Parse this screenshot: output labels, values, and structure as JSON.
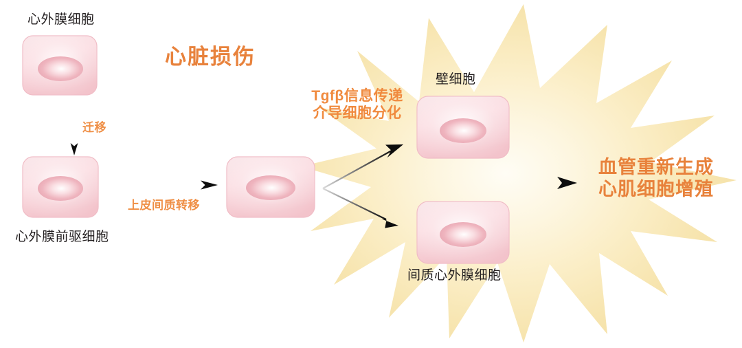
{
  "figure": {
    "title_injury": "心脏损伤",
    "background_color": "#ffffff",
    "accent_orange": "#e8823c",
    "cell_fill": "#f7cfd4",
    "burst_color": "#f5e3ae"
  },
  "cells": [
    {
      "id": "epicardial-cell",
      "label": "心外膜细胞",
      "label_position": "above"
    },
    {
      "id": "epicardial-progenitor-cell",
      "label": "心外膜前驱细胞",
      "label_position": "below"
    },
    {
      "id": "transitional-cell",
      "label": "",
      "label_position": "none"
    },
    {
      "id": "mural-cell",
      "label": "壁细胞",
      "label_position": "above"
    },
    {
      "id": "mesenchymal-epicardial-cell",
      "label": "间质心外膜细胞",
      "label_position": "below"
    }
  ],
  "arrows": [
    {
      "id": "migration-arrow",
      "label": "迁移",
      "direction": "down"
    },
    {
      "id": "emt-arrow",
      "label": "上皮间质转移",
      "direction": "right"
    },
    {
      "id": "tgfb-branch-up-arrow",
      "label": "",
      "direction": "up-right"
    },
    {
      "id": "tgfb-branch-down-arrow",
      "label": "",
      "direction": "down-right"
    },
    {
      "id": "outcome-arrow",
      "label": "",
      "direction": "right"
    }
  ],
  "annotations": {
    "tgfb_line1": "Tgfβ信息传递",
    "tgfb_line2": "介导细胞分化",
    "outcome_line1": "血管重新生成",
    "outcome_line2": "心肌细胞增殖"
  }
}
